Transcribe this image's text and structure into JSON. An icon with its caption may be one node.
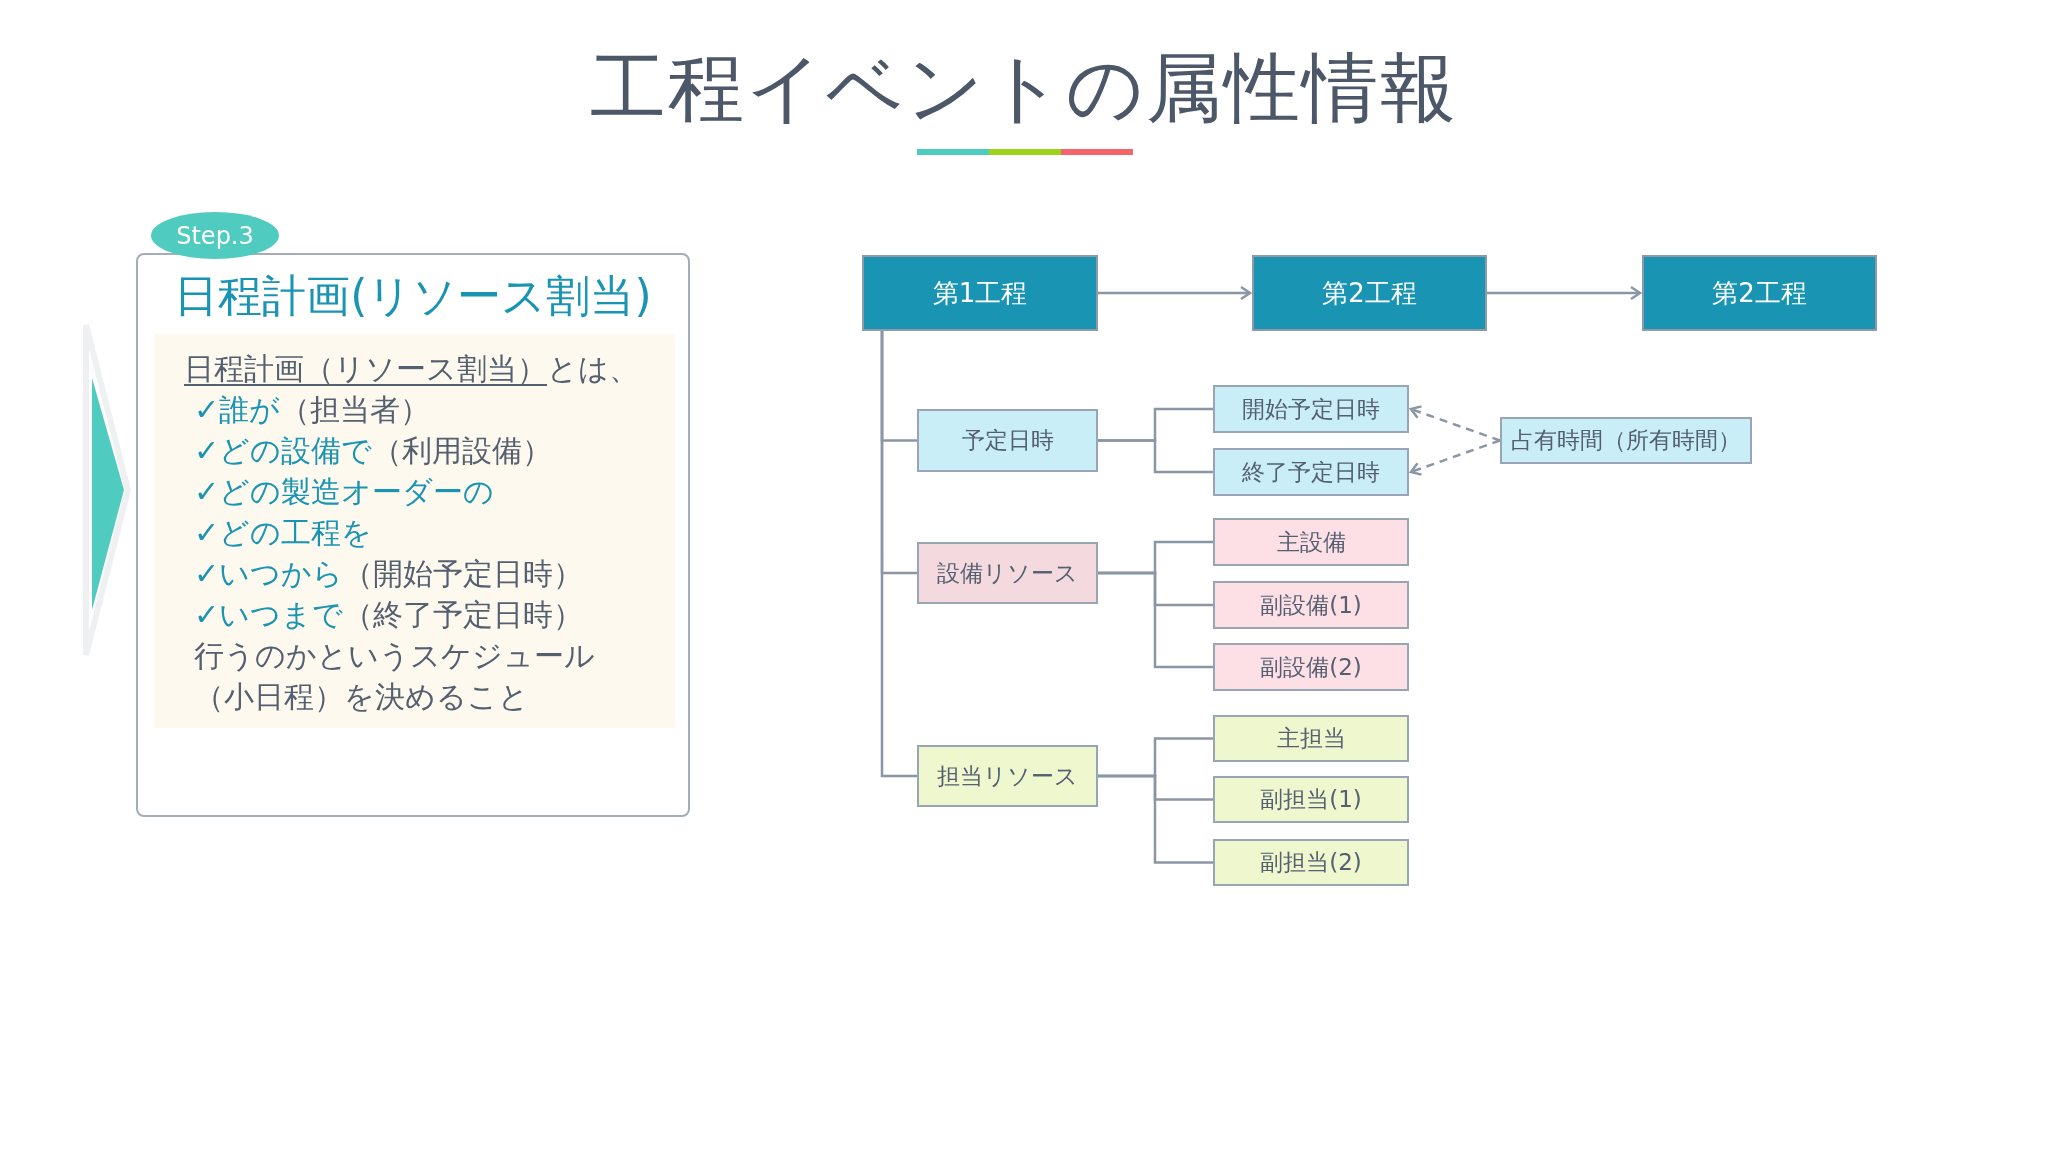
{
  "diagram": {
    "title": "工程イベントの属性情報",
    "nodes": [
      {
        "text": [
          "Step.3"
        ]
      },
      {
        "text": [
          "日程計画(リソース割当)"
        ]
      },
      {
        "text": [
          "日程計画（リソース割当）",
          "とは、",
          "✓誰が",
          "（担当者）",
          "✓どの設備で",
          "（利用設備）",
          "✓どの製造オーダーの",
          "✓どの工程を",
          "✓いつから",
          "（開始予定日時）",
          "✓いつまで",
          "（終了予定日時）",
          "行うのかというスケジュール（小日程）を決めること"
        ],
        "in": 1
      },
      {
        "text": [
          "第1工程"
        ]
      },
      {
        "text": [
          "第2工程"
        ]
      },
      {
        "text": [
          "第2工程"
        ]
      },
      {
        "text": [
          "予定日時"
        ]
      },
      {
        "text": [
          "開始予定日時"
        ]
      },
      {
        "text": [
          "終了予定日時"
        ]
      },
      {
        "text": [
          "占有時間（所有時間）"
        ]
      },
      {
        "text": [
          "設備リソース"
        ]
      },
      {
        "text": [
          "主設備"
        ]
      },
      {
        "text": [
          "副設備(1)"
        ]
      },
      {
        "text": [
          "副設備(2)"
        ]
      },
      {
        "text": [
          "担当リソース"
        ]
      },
      {
        "text": [
          "主担当"
        ]
      },
      {
        "text": [
          "副担当(1)"
        ]
      },
      {
        "text": [
          "副担当(2)"
        ]
      }
    ],
    "edges": [
      {
        "from": 3,
        "to": 4,
        "arrow": "to"
      },
      {
        "from": 4,
        "to": 5,
        "arrow": "to"
      },
      {
        "from": 3,
        "to": 6,
        "arrow": "none"
      },
      {
        "from": 3,
        "to": 10,
        "arrow": "none"
      },
      {
        "from": 3,
        "to": 14,
        "arrow": "none"
      },
      {
        "from": 6,
        "to": 7,
        "arrow": "none"
      },
      {
        "from": 6,
        "to": 8,
        "arrow": "none"
      },
      {
        "from": 9,
        "to": 7,
        "arrow": "to",
        "style": "dashed"
      },
      {
        "from": 9,
        "to": 8,
        "arrow": "to",
        "style": "dashed"
      },
      {
        "from": 10,
        "to": 11,
        "arrow": "none"
      },
      {
        "from": 10,
        "to": 12,
        "arrow": "none"
      },
      {
        "from": 10,
        "to": 13,
        "arrow": "none"
      },
      {
        "from": 14,
        "to": 15,
        "arrow": "none"
      },
      {
        "from": 14,
        "to": 16,
        "arrow": "none"
      },
      {
        "from": 14,
        "to": 17,
        "arrow": "none"
      }
    ]
  }
}
